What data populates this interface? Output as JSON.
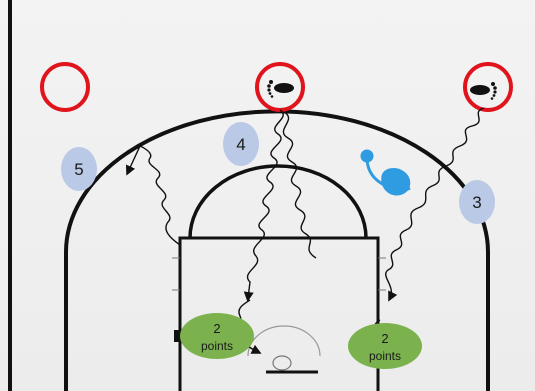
{
  "players": [
    {
      "id": "player-5",
      "label": "5"
    },
    {
      "id": "player-4",
      "label": "4"
    },
    {
      "id": "player-3",
      "label": "3"
    }
  ],
  "zones": [
    {
      "id": "zone-left",
      "label_top": "2",
      "label_bottom": "points"
    },
    {
      "id": "zone-right",
      "label_top": "2",
      "label_bottom": "points"
    }
  ],
  "colors": {
    "court_line": "#111111",
    "target_ring": "#e0141c",
    "player_fill": "#b9c9e6",
    "zone_fill": "#7bb24e",
    "coach_icon": "#2f9be0",
    "cut_path": "#111111"
  },
  "icons": {
    "target_empty": "red-circle-target",
    "target_foot": "footprint-target",
    "coach": "whistle-coach-icon",
    "arrow": "arrowhead-icon"
  }
}
